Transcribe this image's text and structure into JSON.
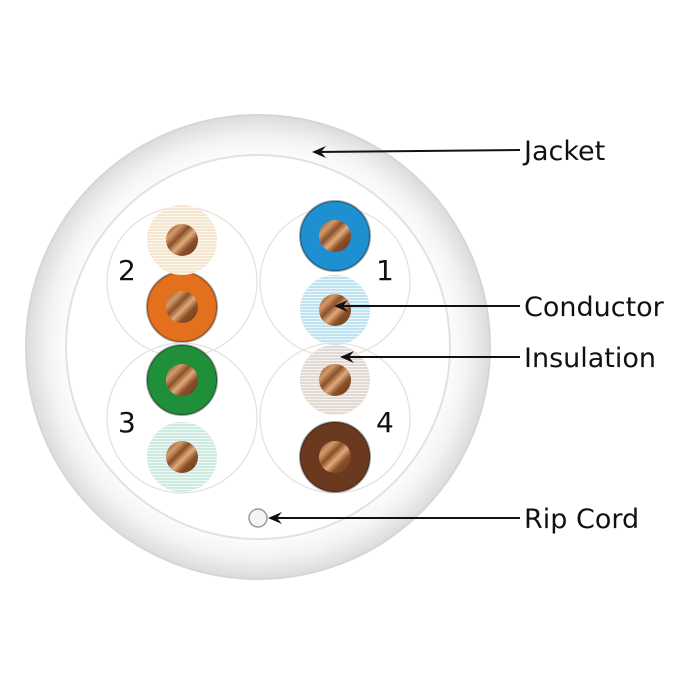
{
  "title": "Cable cross-section",
  "labels": {
    "jacket": "Jacket",
    "conductor": "Conductor",
    "insulation": "Insulation",
    "rip_cord": "Rip Cord"
  },
  "pairs": [
    {
      "number": "1",
      "solid": "#1e8fd0",
      "striped": "#bfe3f0"
    },
    {
      "number": "2",
      "solid": "#e2701c",
      "striped": "#f6e6cf"
    },
    {
      "number": "3",
      "solid": "#1f8f3a",
      "striped": "#cdebe0"
    },
    {
      "number": "4",
      "solid": "#6b3a1e",
      "striped": "#e2d9d2"
    }
  ],
  "colors": {
    "copper": "#b06a3a",
    "jacket": "#f2f2f2"
  }
}
